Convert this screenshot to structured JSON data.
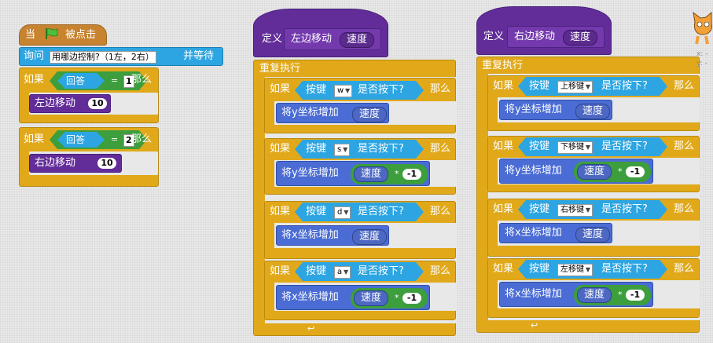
{
  "script1": {
    "when": "当",
    "clicked": "被点击",
    "ask": "询问",
    "ask_text": "用哪边控制?（1左，2右）",
    "and_wait": "并等待",
    "if": "如果",
    "then": "那么",
    "answer": "回答",
    "eq": "=",
    "val1": "1",
    "val2": "2",
    "call_left": "左边移动",
    "call_right": "右边移动",
    "arg10": "10"
  },
  "script2": {
    "define": "定义",
    "proc_name": "左边移动",
    "param": "速度",
    "repeat": "重复执行",
    "if": "如果",
    "key": "按键",
    "pressed": "是否按下?",
    "then": "那么",
    "keys": [
      "w",
      "s",
      "d",
      "a"
    ],
    "change_y": "将y坐标增加",
    "change_x": "将x坐标增加",
    "speed": "速度",
    "times": "*",
    "neg1": "-1"
  },
  "script3": {
    "define": "定义",
    "proc_name": "右边移动",
    "param": "速度",
    "repeat": "重复执行",
    "if": "如果",
    "key": "按键",
    "pressed": "是否按下?",
    "then": "那么",
    "keys": [
      "上移键",
      "下移键",
      "右移键",
      "左移键"
    ],
    "change_y": "将y坐标增加",
    "change_x": "将x坐标增加",
    "speed": "速度",
    "times": "*",
    "neg1": "-1"
  },
  "sprite_info": {
    "x_label": "x: -",
    "y_label": "y: -"
  }
}
